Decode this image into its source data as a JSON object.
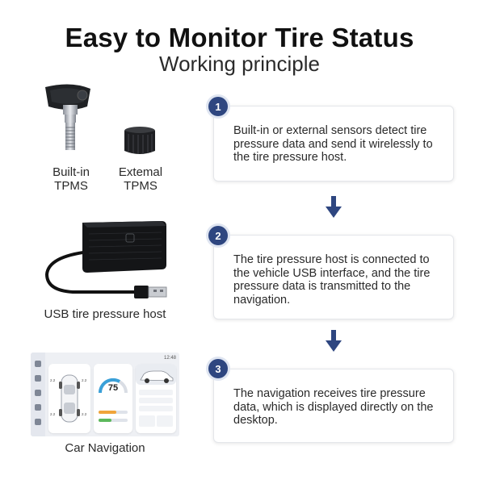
{
  "header": {
    "title": "Easy to Monitor Tire Status",
    "subtitle": "Working principle"
  },
  "left": {
    "builtin_caption_line1": "Built-in",
    "builtin_caption_line2": "TPMS",
    "external_caption_line1": "Extemal",
    "external_caption_line2": "TPMS",
    "usb_host_caption": "USB tire pressure host",
    "car_nav_caption": "Car Navigation"
  },
  "steps": [
    {
      "number": "1",
      "text": "Built-in or external sensors detect tire pressure data and send it wirelessly to the tire pressure host."
    },
    {
      "number": "2",
      "text": "The tire pressure host is connected to the vehicle USB interface, and the tire pressure data is transmitted to the navigation."
    },
    {
      "number": "3",
      "text": "The navigation receives tire pressure data, which is displayed directly on the desktop."
    }
  ],
  "nav_screen": {
    "time": "12:48",
    "speed": "75",
    "tire_fl": "2.2",
    "tire_fr": "2.2",
    "tire_rl": "2.2",
    "tire_rr": "2.2"
  },
  "colors": {
    "accent": "#2e4680",
    "badge_ring": "#dfe5f1",
    "card_border": "#e4e6ea"
  },
  "icons": {
    "step_arrow": "down-arrow-icon",
    "builtin_sensor": "valve-sensor-icon",
    "external_sensor": "cap-sensor-icon",
    "usb_host": "usb-device-icon"
  }
}
